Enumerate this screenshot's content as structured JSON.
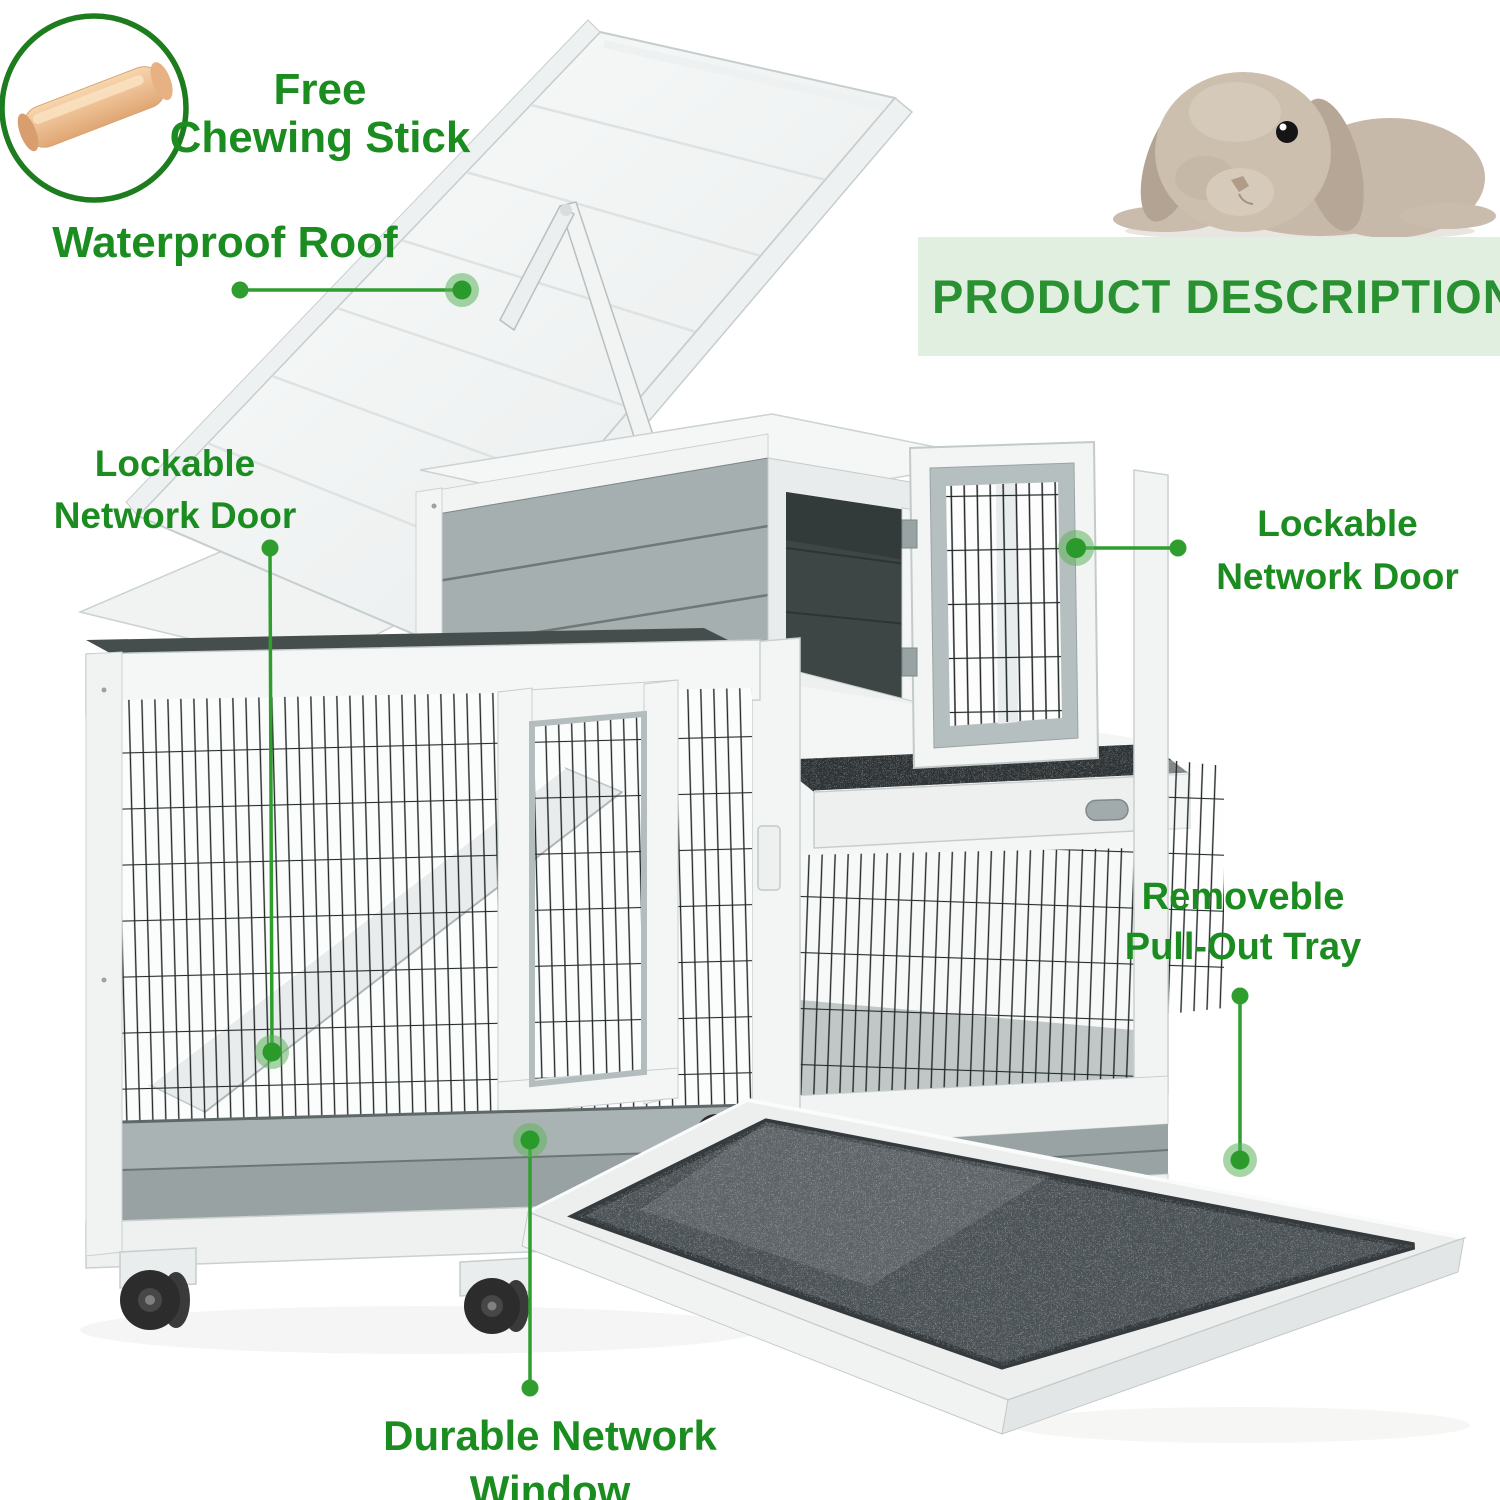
{
  "banner": {
    "title": "PRODUCT DESCRIPTION",
    "bg_color": "#e0efe0",
    "text_color": "#2a9132"
  },
  "callouts": {
    "free_chewing_stick": {
      "line1": "Free",
      "line2": "Chewing Stick"
    },
    "waterproof_roof": {
      "label": "Waterproof Roof"
    },
    "lockable_network_door_left": {
      "line1": "Lockable",
      "line2": "Network Door"
    },
    "lockable_network_door_right": {
      "line1": "Lockable",
      "line2": "Network Door"
    },
    "removable_pull_out_tray": {
      "line1": "Removeble",
      "line2": "Pull-Out Tray"
    },
    "durable_network_window": {
      "line1": "Durable Network",
      "line2": "Window"
    }
  },
  "icons": {
    "chewing_stick": "chewing-stick-icon",
    "rabbit": "lop-rabbit-photo"
  },
  "colors": {
    "label_green": "#1b8c1f",
    "callout_green": "#2f9e2f",
    "circle_border_green": "#1d7c1d",
    "stick_tan": "#f2c9a0",
    "wood_white": "#f4f6f6",
    "plank_grey": "#a6afaf",
    "interior_dark": "#3d4545",
    "tray_surface_dark": "#4b5256",
    "wheel_black": "#2c2c2c",
    "rabbit_fur": "#c9bcae"
  }
}
